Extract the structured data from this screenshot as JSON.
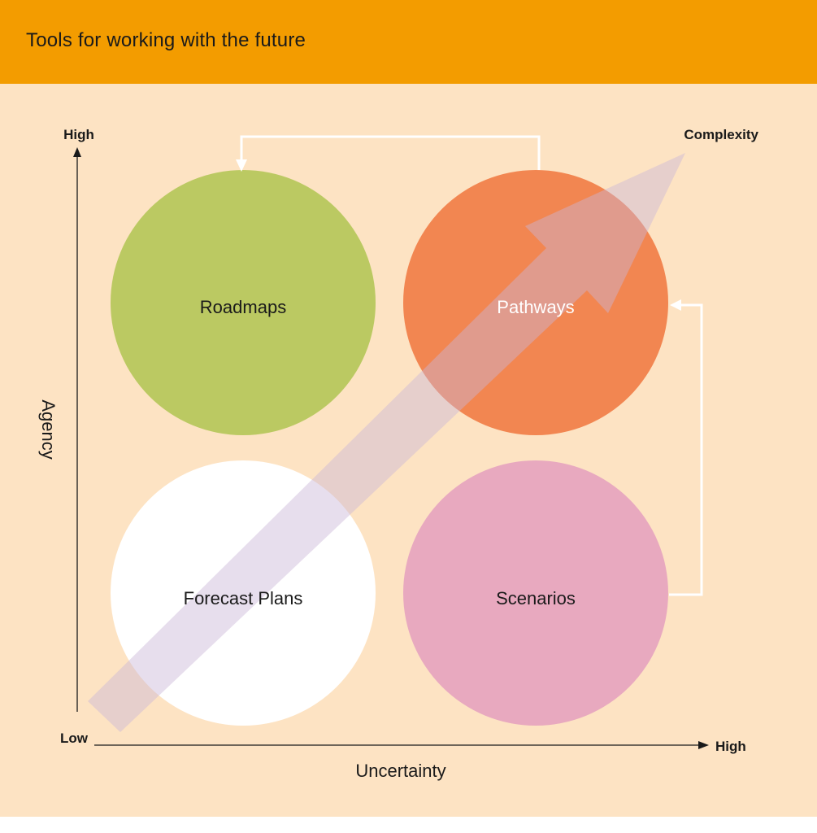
{
  "header": {
    "title": "Tools for working with the future"
  },
  "axes": {
    "y_label": "Agency",
    "y_high": "High",
    "x_label": "Uncertainty",
    "x_high": "High",
    "origin_low": "Low"
  },
  "trend": {
    "label": "Complexity"
  },
  "quadrants": {
    "top_left": "Roadmaps",
    "top_right": "Pathways",
    "bottom_left": "Forecast Plans",
    "bottom_right": "Scenarios"
  },
  "colors": {
    "header": "#F39C00",
    "background": "#FDE3C3",
    "roadmaps": "#BBC962",
    "pathways": "#F28651",
    "forecast_plans": "#FFFFFF",
    "scenarios": "#E8A9BF",
    "trend_arrow": "#C9B6D6"
  }
}
